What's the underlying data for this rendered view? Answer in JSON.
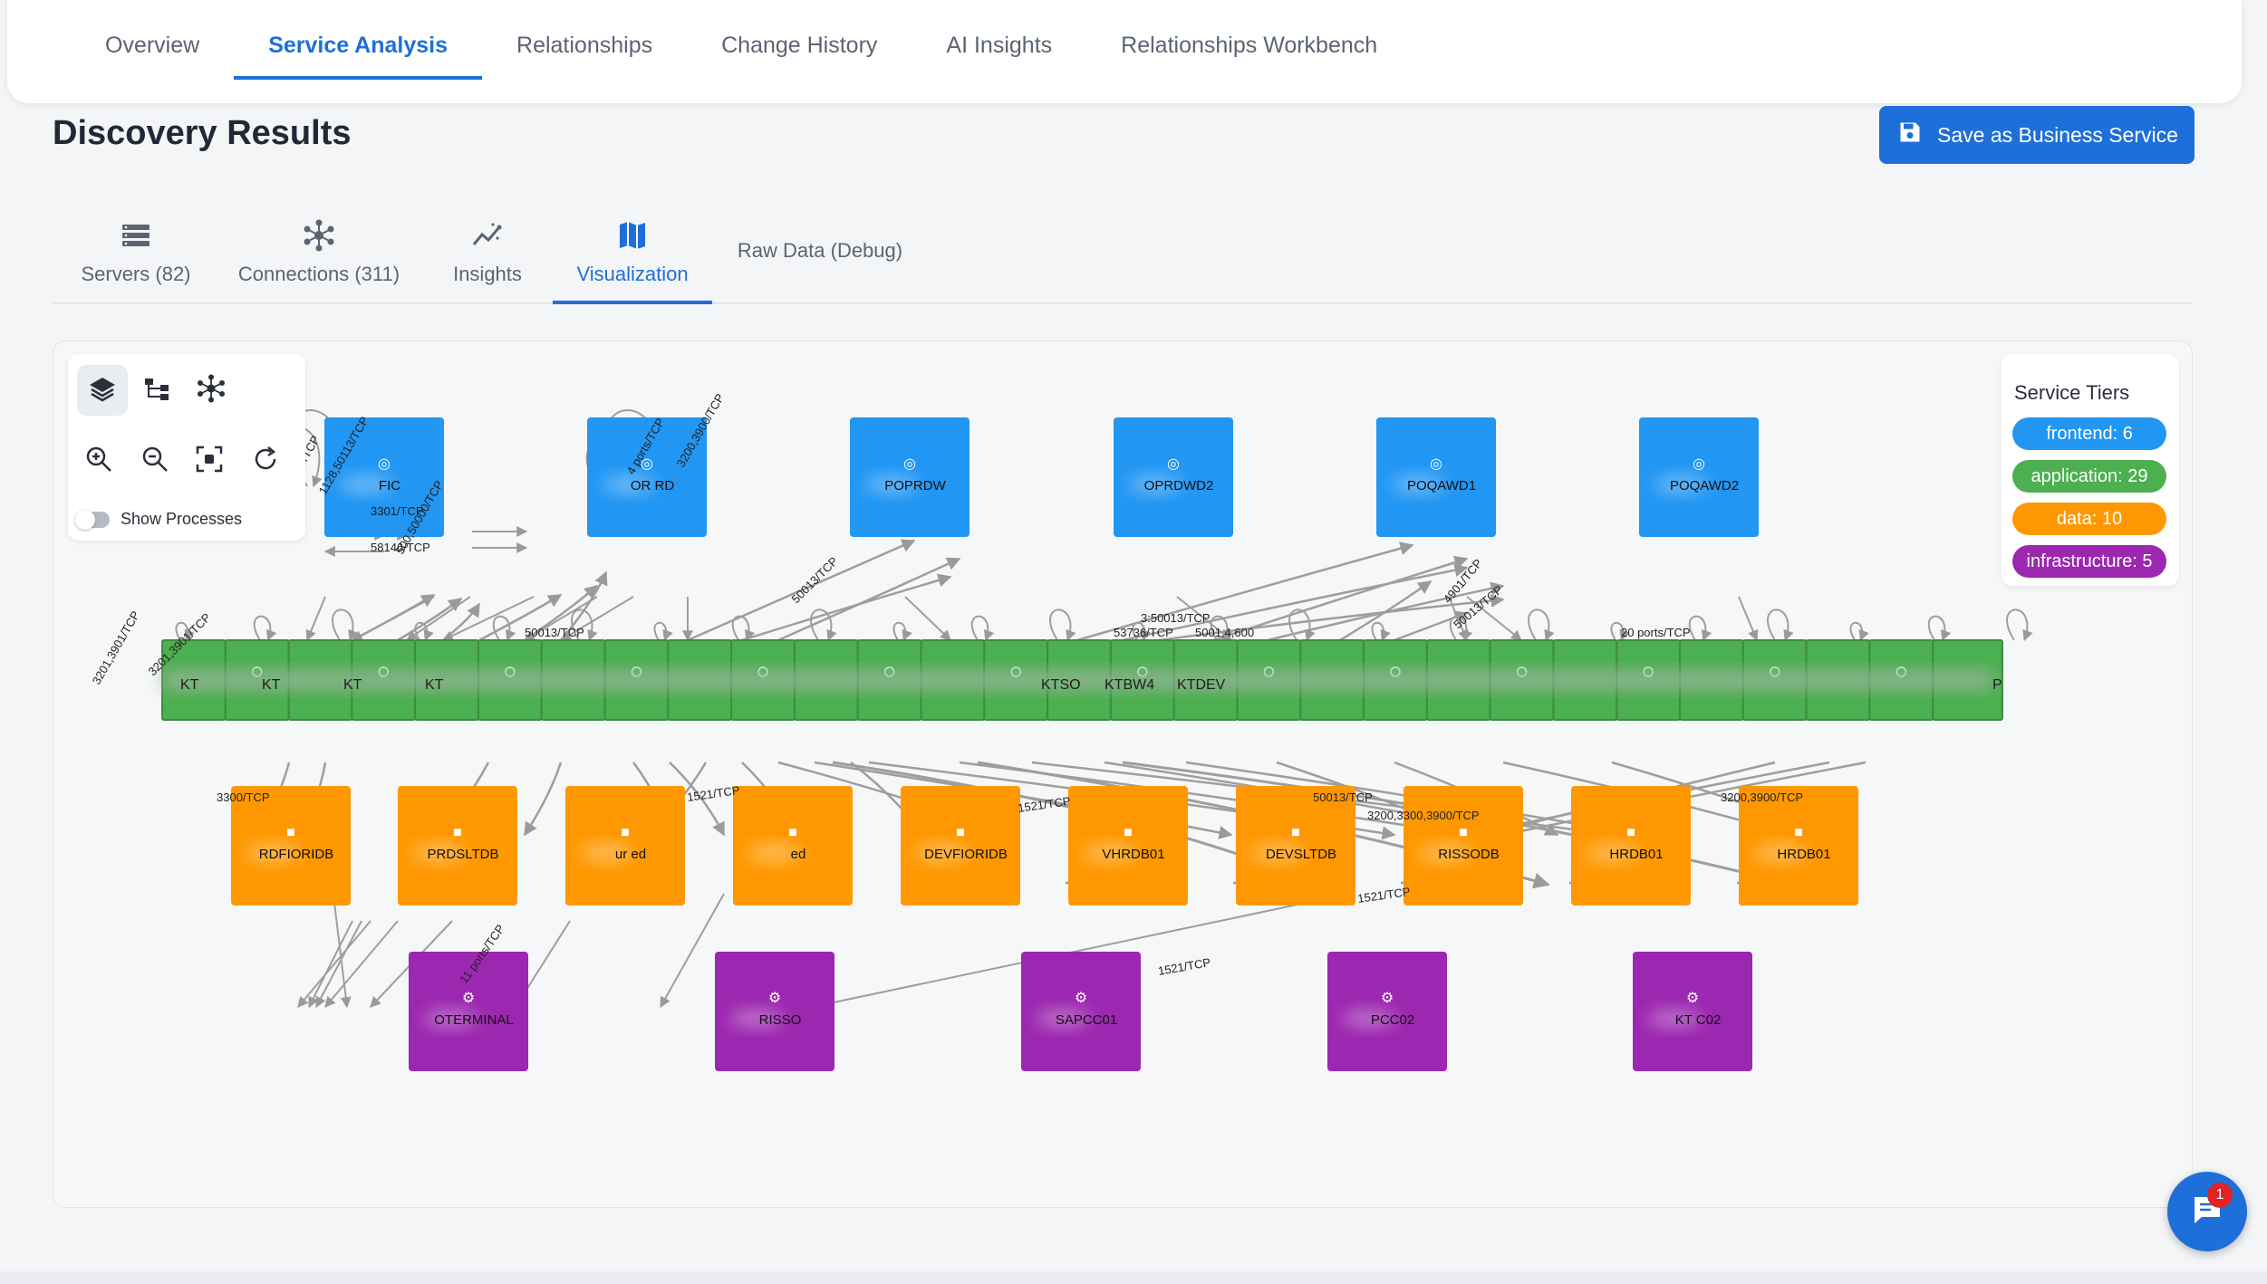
{
  "top_tabs": [
    {
      "label": "Overview",
      "active": false
    },
    {
      "label": "Service Analysis",
      "active": true
    },
    {
      "label": "Relationships",
      "active": false
    },
    {
      "label": "Change History",
      "active": false
    },
    {
      "label": "AI Insights",
      "active": false
    },
    {
      "label": "Relationships Workbench",
      "active": false
    }
  ],
  "page": {
    "title": "Discovery Results",
    "save_button": "Save as Business Service"
  },
  "sub_tabs": [
    {
      "label": "Servers (82)",
      "icon": "list-icon",
      "active": false
    },
    {
      "label": "Connections (311)",
      "icon": "network-icon",
      "active": false
    },
    {
      "label": "Insights",
      "icon": "trend-icon",
      "active": false
    },
    {
      "label": "Visualization",
      "icon": "map-icon",
      "active": true
    },
    {
      "label": "Raw Data (Debug)",
      "icon": "",
      "active": false
    }
  ],
  "toolbar": {
    "layout_buttons": [
      "layers-icon",
      "hierarchy-icon",
      "network-icon"
    ],
    "zoom_buttons": [
      "zoom-in-icon",
      "zoom-out-icon",
      "fit-screen-icon",
      "reset-icon"
    ],
    "show_processes_label": "Show Processes",
    "show_processes_on": false
  },
  "legend": {
    "title": "Service Tiers",
    "items": [
      {
        "label": "frontend: 6",
        "color": "#2196f3"
      },
      {
        "label": "application: 29",
        "color": "#4caf50"
      },
      {
        "label": "data: 10",
        "color": "#ff9800"
      },
      {
        "label": "infrastructure: 5",
        "color": "#9c27b0"
      }
    ]
  },
  "colors": {
    "frontend": "#2196f3",
    "application": "#4caf50",
    "data": "#ff9800",
    "infrastructure": "#9c27b0",
    "accent": "#1e6fd9"
  },
  "graph": {
    "frontend_nodes": [
      "FIC",
      "OR RD",
      "POPRDW",
      "OPRDWD2",
      "POQAWD1",
      "POQAWD2"
    ],
    "application_labels": [
      "KT",
      "KT",
      "KT",
      "KT",
      "KTSO",
      "KTBW4",
      "KTDEV",
      "P"
    ],
    "data_nodes": [
      "RDFIORIDB",
      "PRDSLTDB",
      "ur ed",
      "ed",
      "DEVFIORIDB",
      "VHRDB01",
      "DEVSLTDB",
      "RISSODB",
      "HRDB01",
      "HRDB01"
    ],
    "infrastructure_nodes": [
      "OTERMINAL",
      "RISSO",
      "SAPCC01",
      "PCC02",
      "KT C02"
    ],
    "edge_labels": [
      "3301/TCP",
      "58146/TCP",
      "50013/TCP",
      "20 ports/TCP",
      "3300/TCP",
      "1521/TCP",
      "1521/TCP",
      "1521/TCP",
      "3200,3900/TCP",
      "50013/TCP",
      "53736/TCP",
      "500,50000/TCP",
      "3300/TCP",
      "1128,50113/TCP",
      "3200,3900/TCP",
      "4 ports/TCP",
      "50013/TCP",
      "4 ports/TCP",
      "3201,3901/TCP",
      "3:50013/TCP",
      "5001,4,600",
      "4901/TCP",
      "3200,3300,3900/TCP",
      "1521/TCP",
      "11 ports/TCP",
      "3201,3901/TCP",
      "50013/TCP"
    ]
  },
  "chat": {
    "badge": "1"
  }
}
